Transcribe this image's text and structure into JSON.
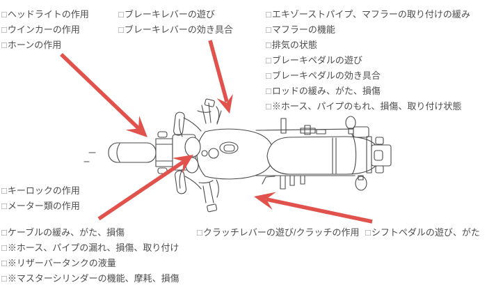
{
  "glyphs": {
    "checkbox": "□"
  },
  "colors": {
    "background": "#ffffff",
    "text": "#4d4d4d",
    "checkbox": "#8f8f8f",
    "line_art": "#4a4a4a",
    "arrow_red": "#e2524c"
  },
  "labels": {
    "front_lights": {
      "items": [
        "ヘッドライトの作用",
        "ウインカーの作用",
        "ホーンの作用"
      ]
    },
    "brake_lever": {
      "items": [
        "ブレーキレバーの遊び",
        "ブレーキレバーの効き具合"
      ]
    },
    "exhaust_rear_brake": {
      "items": [
        "エキゾーストパイプ、マフラーの取り付けの緩み",
        "マフラーの機能",
        "排気の状態",
        "ブレーキペダルの遊び",
        "ブレーキペダルの効き具合",
        "ロッドの緩み、がた、損傷",
        "※ホース、パイプのもれ、損傷、取り付け状態"
      ]
    },
    "key_meters": {
      "items": [
        "キーロックの作用",
        "メーター類の作用"
      ]
    },
    "cables_master_cylinder": {
      "items": [
        "ケーブルの緩み、がた、損傷",
        "※ホース、パイプの漏れ、損傷、取り付け",
        "※リザーバータンクの液量",
        "※マスターシリンダーの機能、摩耗、損傷"
      ]
    },
    "clutch": {
      "items": [
        "クラッチレバーの遊び/クラッチの作用"
      ]
    },
    "shift_pedal": {
      "items": [
        "シフトペダルの遊び、がた"
      ]
    }
  }
}
